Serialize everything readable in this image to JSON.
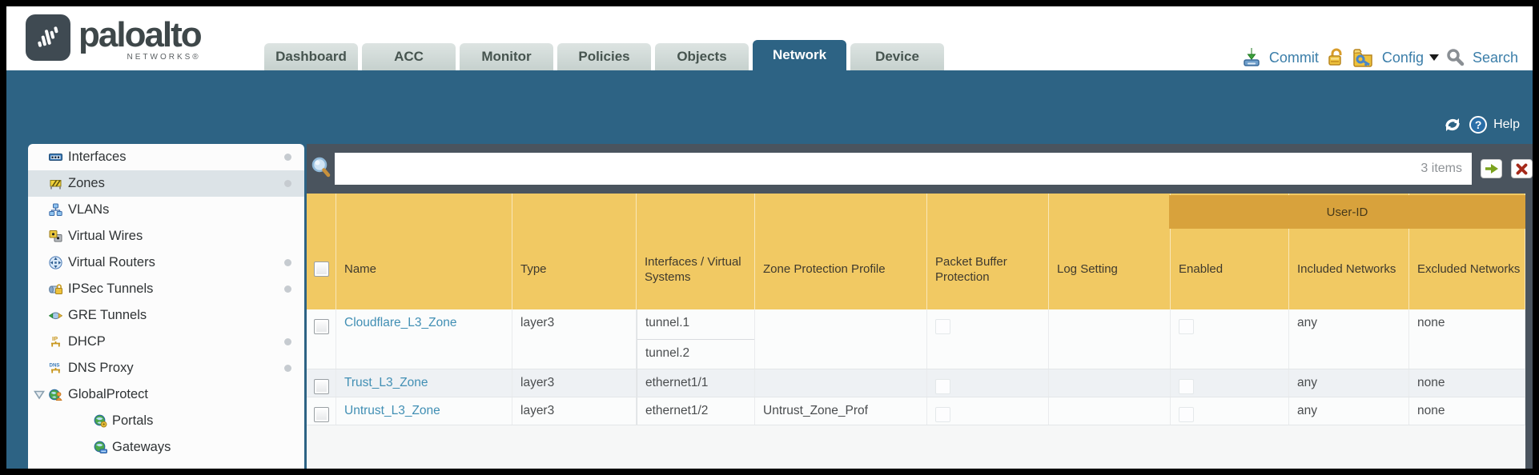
{
  "brand": {
    "name": "paloalto",
    "networks": "NETWORKS®"
  },
  "nav": {
    "tabs": [
      {
        "label": "Dashboard",
        "active": false
      },
      {
        "label": "ACC",
        "active": false
      },
      {
        "label": "Monitor",
        "active": false
      },
      {
        "label": "Policies",
        "active": false
      },
      {
        "label": "Objects",
        "active": false
      },
      {
        "label": "Network",
        "active": true
      },
      {
        "label": "Device",
        "active": false
      }
    ]
  },
  "actions": {
    "commit_label": "Commit",
    "config_label": "Config",
    "search_label": "Search",
    "help_label": "Help"
  },
  "filter": {
    "value": "",
    "placeholder": "",
    "items_count": "3 items"
  },
  "sidebar": {
    "items": [
      {
        "label": "Interfaces",
        "icon": "interfaces-icon",
        "dot": true,
        "selected": false,
        "indent": 0
      },
      {
        "label": "Zones",
        "icon": "zones-icon",
        "dot": true,
        "selected": true,
        "indent": 0
      },
      {
        "label": "VLANs",
        "icon": "vlans-icon",
        "dot": false,
        "selected": false,
        "indent": 0
      },
      {
        "label": "Virtual Wires",
        "icon": "virtual-wires-icon",
        "dot": false,
        "selected": false,
        "indent": 0
      },
      {
        "label": "Virtual Routers",
        "icon": "virtual-routers-icon",
        "dot": true,
        "selected": false,
        "indent": 0
      },
      {
        "label": "IPSec Tunnels",
        "icon": "ipsec-tunnels-icon",
        "dot": true,
        "selected": false,
        "indent": 0
      },
      {
        "label": "GRE Tunnels",
        "icon": "gre-tunnels-icon",
        "dot": false,
        "selected": false,
        "indent": 0
      },
      {
        "label": "DHCP",
        "icon": "dhcp-icon",
        "dot": true,
        "selected": false,
        "indent": 0
      },
      {
        "label": "DNS Proxy",
        "icon": "dns-proxy-icon",
        "dot": true,
        "selected": false,
        "indent": 0
      },
      {
        "label": "GlobalProtect",
        "icon": "globalprotect-icon",
        "dot": false,
        "selected": false,
        "indent": 0,
        "expanded": true
      },
      {
        "label": "Portals",
        "icon": "portals-icon",
        "dot": false,
        "selected": false,
        "indent": 1
      },
      {
        "label": "Gateways",
        "icon": "gateways-icon",
        "dot": false,
        "selected": false,
        "indent": 1
      }
    ]
  },
  "table": {
    "group_label": "User-ID",
    "columns": [
      {
        "label": ""
      },
      {
        "label": "Name"
      },
      {
        "label": "Type"
      },
      {
        "label": "Interfaces / Virtual Systems"
      },
      {
        "label": "Zone Protection Profile"
      },
      {
        "label": "Packet Buffer Protection"
      },
      {
        "label": "Log Setting"
      },
      {
        "label": "Enabled",
        "group": "User-ID"
      },
      {
        "label": "Included Networks",
        "group": "User-ID"
      },
      {
        "label": "Excluded Networks",
        "group": "User-ID"
      }
    ],
    "rows": [
      {
        "name": "Cloudflare_L3_Zone",
        "type": "layer3",
        "interfaces": [
          "tunnel.1",
          "tunnel.2"
        ],
        "zone_protection_profile": "",
        "packet_buffer_protection": false,
        "log_setting": "",
        "user_id_enabled": false,
        "included_networks": "any",
        "excluded_networks": "none"
      },
      {
        "name": "Trust_L3_Zone",
        "type": "layer3",
        "interfaces": [
          "ethernet1/1"
        ],
        "zone_protection_profile": "",
        "packet_buffer_protection": false,
        "log_setting": "",
        "user_id_enabled": false,
        "included_networks": "any",
        "excluded_networks": "none"
      },
      {
        "name": "Untrust_L3_Zone",
        "type": "layer3",
        "interfaces": [
          "ethernet1/2"
        ],
        "zone_protection_profile": "Untrust_Zone_Prof",
        "packet_buffer_protection": false,
        "log_setting": "",
        "user_id_enabled": false,
        "included_networks": "any",
        "excluded_networks": "none"
      }
    ]
  },
  "colors": {
    "teal": "#2d6384",
    "slate": "#4a545e",
    "header_amber": "#f1c963",
    "group_amber": "#d8a23c",
    "link_blue": "#418fb4",
    "action_blue": "#3b7ea9"
  }
}
